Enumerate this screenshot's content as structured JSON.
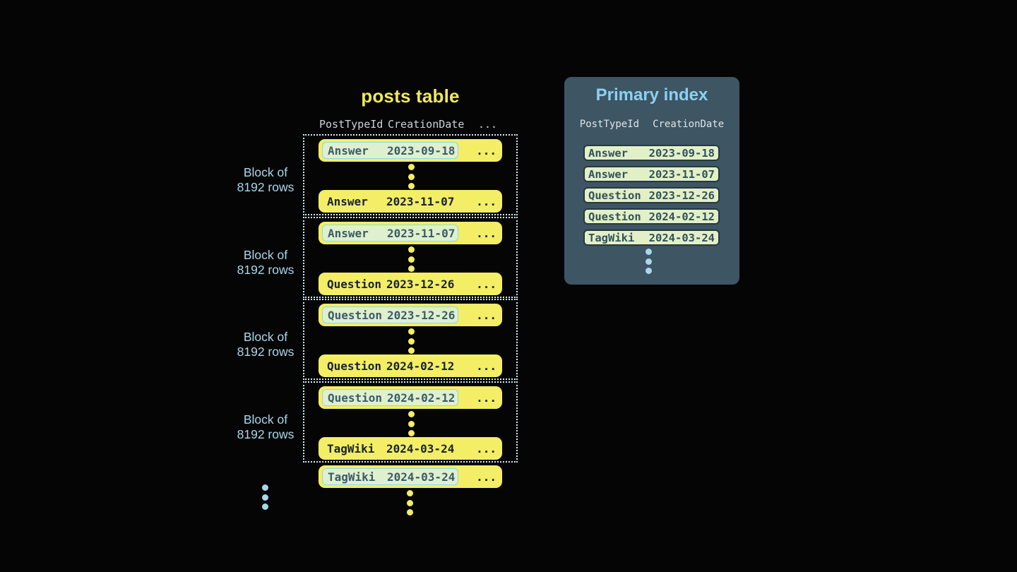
{
  "posts_table": {
    "title": "posts table",
    "columns": {
      "c1": "PostTypeId",
      "c2": "CreationDate",
      "c3": "..."
    },
    "block_label": {
      "line1": "Block of",
      "line2": "8192 rows"
    },
    "row_ellipsis": "...",
    "blocks": [
      {
        "first": {
          "type": "Answer",
          "date": "2023-09-18"
        },
        "last": {
          "type": "Answer",
          "date": "2023-11-07"
        }
      },
      {
        "first": {
          "type": "Answer",
          "date": "2023-11-07"
        },
        "last": {
          "type": "Question",
          "date": "2023-12-26"
        }
      },
      {
        "first": {
          "type": "Question",
          "date": "2023-12-26"
        },
        "last": {
          "type": "Question",
          "date": "2024-02-12"
        }
      },
      {
        "first": {
          "type": "Question",
          "date": "2024-02-12"
        },
        "last": {
          "type": "TagWiki",
          "date": "2024-03-24"
        }
      }
    ],
    "trailing_row": {
      "type": "TagWiki",
      "date": "2024-03-24"
    }
  },
  "primary_index": {
    "title": "Primary index",
    "columns": {
      "c1": "PostTypeId",
      "c2": "CreationDate"
    },
    "rows": [
      {
        "type": "Answer",
        "date": "2023-09-18"
      },
      {
        "type": "Answer",
        "date": "2023-11-07"
      },
      {
        "type": "Question",
        "date": "2023-12-26"
      },
      {
        "type": "Question",
        "date": "2024-02-12"
      },
      {
        "type": "TagWiki",
        "date": "2024-03-24"
      }
    ]
  },
  "colors": {
    "background": "#050505",
    "row_yellow": "#f3ee65",
    "row_text": "#19222e",
    "highlight_bg": "#dff0cf",
    "highlight_border": "#8bd9e8",
    "highlight_text": "#3c5a68",
    "block_dotted_border": "#d6ecf6",
    "panel_bg": "#3e5563",
    "panel_title_blue": "#8bd2f3",
    "index_row_bg": "#e2f0c7",
    "index_row_border": "#28373f",
    "index_row_text": "#33505c",
    "label_blue": "#a9d7ec",
    "title_yellow": "#eee95e"
  }
}
